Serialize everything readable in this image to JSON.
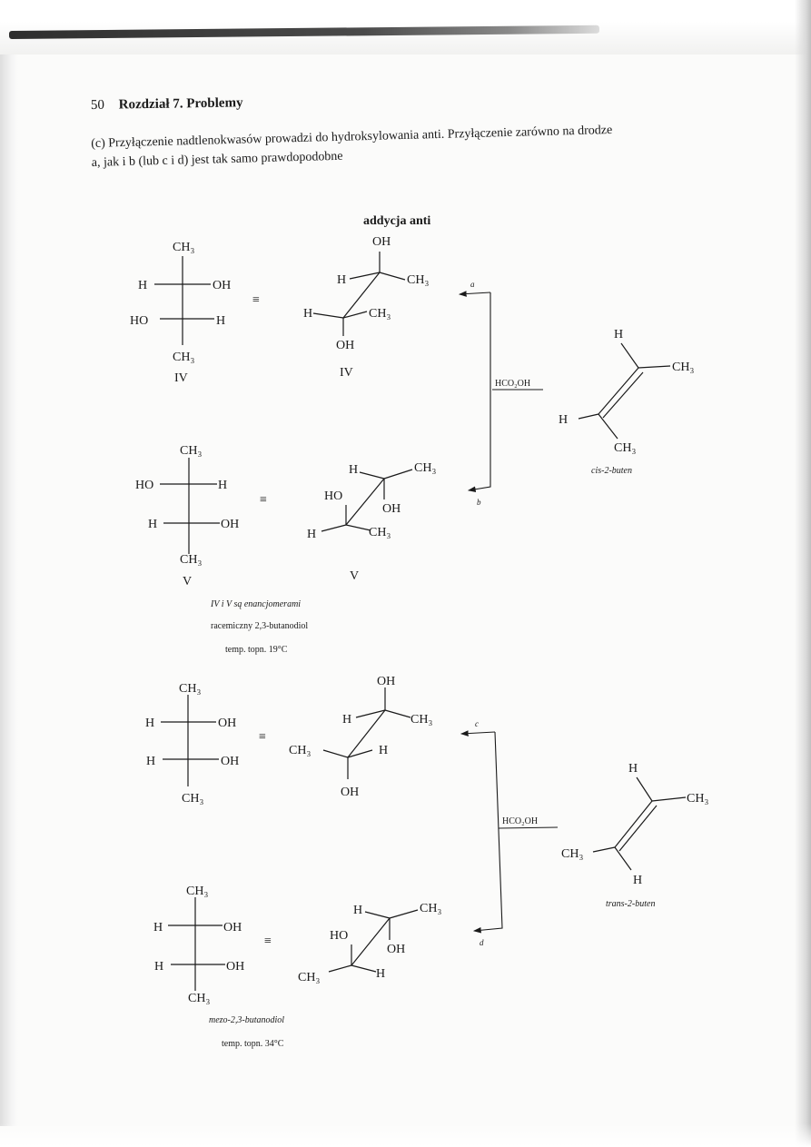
{
  "header": {
    "page_number": "50",
    "chapter_title": "Rozdział 7. Problemy"
  },
  "paragraph": {
    "line1": "(c) Przyłączenie nadtlenokwasów prowadzi do hydroksylowania anti. Przyłączenie zarówno na drodze",
    "line2": "a, jak i b (lub c i d) jest tak samo prawdopodobne"
  },
  "section_title": "addycja anti",
  "labels": {
    "ch3": "CH₃",
    "oh": "OH",
    "h": "H",
    "ho": "HO",
    "iv": "IV",
    "v": "V",
    "equiv": "≡",
    "reagent": "HCO₂OH",
    "path_a": "a",
    "path_b": "b",
    "path_c": "c",
    "path_d": "d"
  },
  "notes": {
    "enantiomers": "IV i V są enancjomerami",
    "racemic": "racemiczny 2,3-butanodiol",
    "mp_racemic": "temp. topn. 19°C",
    "meso": "mezo-2,3-butanodiol",
    "mp_meso": "temp. topn. 34°C",
    "cis_butene": "cis-2-buten",
    "trans_butene": "trans-2-buten"
  }
}
